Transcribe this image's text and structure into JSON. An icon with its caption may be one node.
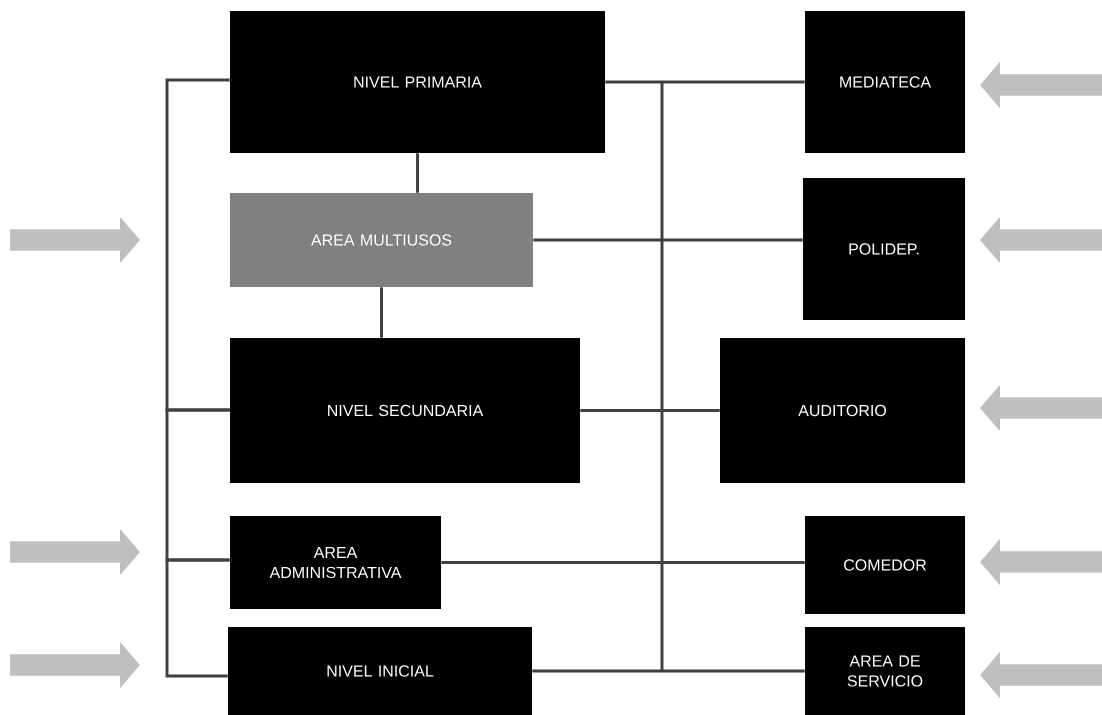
{
  "diagram": {
    "nodes": [
      {
        "text": [
          "NIVEL  PRIMARIA"
        ]
      },
      {
        "text": [
          "AREA MULTIUSOS"
        ]
      },
      {
        "text": [
          "NIVEL  SECUNDARIA"
        ]
      },
      {
        "text": [
          "AREA ADMINISTRATIVA"
        ]
      },
      {
        "text": [
          "NIVEL INICIAL"
        ]
      },
      {
        "text": [
          "MEDIATECA"
        ]
      },
      {
        "text": [
          "POLIDEP."
        ]
      },
      {
        "text": [
          "AUDITORIO"
        ]
      },
      {
        "text": [
          "COMEDOR"
        ]
      },
      {
        "text": [
          "AREA DE SERVICIO"
        ]
      }
    ],
    "edges": [
      {
        "from": 0,
        "to": 1,
        "arrow": "none"
      },
      {
        "from": 1,
        "to": 2,
        "arrow": "none"
      },
      {
        "from": 0,
        "to": 2,
        "arrow": "none"
      },
      {
        "from": 2,
        "to": 3,
        "arrow": "none"
      },
      {
        "from": 3,
        "to": 4,
        "arrow": "none"
      },
      {
        "from": 0,
        "to": 5,
        "arrow": "none"
      },
      {
        "from": 1,
        "to": 6,
        "arrow": "none"
      },
      {
        "from": 2,
        "to": 7,
        "arrow": "none"
      },
      {
        "from": 3,
        "to": 8,
        "arrow": "none"
      },
      {
        "from": 4,
        "to": 9,
        "arrow": "none"
      },
      {
        "from": null,
        "to": 5,
        "arrow": "to",
        "style": "thick",
        "color": "#bfbfbf"
      },
      {
        "from": null,
        "to": 6,
        "arrow": "to",
        "style": "thick",
        "color": "#bfbfbf"
      },
      {
        "from": null,
        "to": 7,
        "arrow": "to",
        "style": "thick",
        "color": "#bfbfbf"
      },
      {
        "from": null,
        "to": 8,
        "arrow": "to",
        "style": "thick",
        "color": "#bfbfbf"
      },
      {
        "from": null,
        "to": 9,
        "arrow": "to",
        "style": "thick",
        "color": "#bfbfbf"
      }
    ]
  }
}
